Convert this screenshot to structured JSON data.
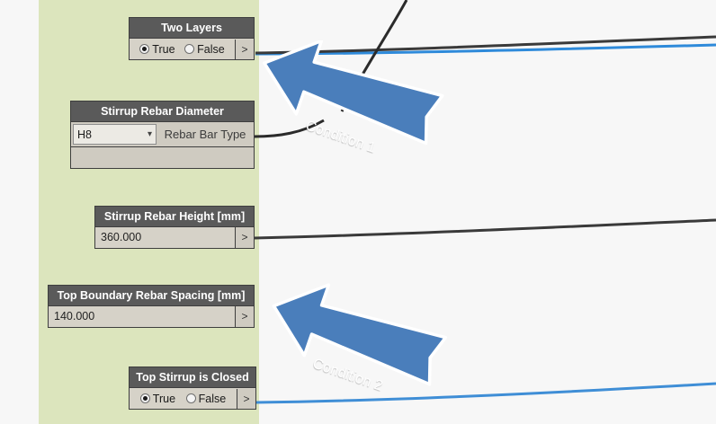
{
  "canvas": {
    "background_color": "#f7f7f7",
    "panel_color": "#dce5bd"
  },
  "components": [
    {
      "id": "two-layers",
      "title": "Two Layers",
      "type": "boolean-toggle",
      "options": [
        {
          "label": "True",
          "selected": true
        },
        {
          "label": "False",
          "selected": false
        }
      ],
      "output_marker": ">"
    },
    {
      "id": "stirrup-rebar-diameter",
      "title": "Stirrup Rebar Diameter",
      "type": "value-list",
      "selected_value": "H8",
      "dropdown_icon": "chevron-down-icon",
      "param_label": "Rebar Bar Type"
    },
    {
      "id": "stirrup-rebar-height",
      "title": "Stirrup Rebar Height [mm]",
      "type": "number-slider",
      "value": "360.000",
      "output_marker": ">"
    },
    {
      "id": "top-boundary-rebar-spacing",
      "title": "Top Boundary Rebar Spacing [mm]",
      "type": "number-slider",
      "value": "140.000",
      "output_marker": ">"
    },
    {
      "id": "top-stirrup-is-closed",
      "title": "Top Stirrup is Closed",
      "type": "boolean-toggle",
      "options": [
        {
          "label": "True",
          "selected": true
        },
        {
          "label": "False",
          "selected": false
        }
      ],
      "output_marker": ">"
    }
  ],
  "annotations": [
    {
      "id": "condition-1",
      "label": "Condition 1",
      "color": "#4a7ebb",
      "shape": "banner-arrow-left"
    },
    {
      "id": "condition-2",
      "label": "Condition 2",
      "color": "#4a7ebb",
      "shape": "banner-arrow-left"
    }
  ],
  "wires": [
    {
      "id": "wire-two-layers",
      "color": "#3a3a3a"
    },
    {
      "id": "wire-two-layers-blue",
      "color": "#2e8ada"
    },
    {
      "id": "wire-rebar-bar-type",
      "color": "#2b2b2b"
    },
    {
      "id": "wire-stirrup-height",
      "color": "#3a3a3a"
    },
    {
      "id": "wire-top-stirrup-closed",
      "color": "#3f8ed6"
    }
  ]
}
